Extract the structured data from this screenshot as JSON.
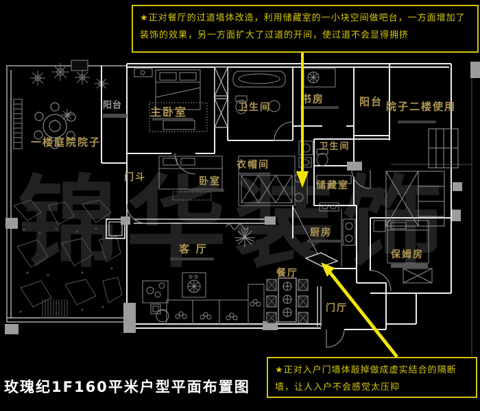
{
  "page": {
    "title": "玫瑰纪1F160平米户型平面布置图",
    "watermark": "锦华装饰",
    "background": "#000000"
  },
  "colors": {
    "wall_white": "#ededed",
    "furniture_gray": "#8a8a8a",
    "label_gold": "#b09753",
    "note_yellow": "#d6c70c",
    "arrow_yellow": "#f2e40b",
    "column_gray": "#9c9c9c"
  },
  "notes": {
    "top": "★正对餐厅的过道墙体改造，利用储藏室的一小块空间做吧台，一方面增加了装饰的效果，另一方面扩大了过道的开间，使过道不会显得拥挤",
    "bottom": "★正对入户门墙体敲掉做成虚实结合的隔断墙，让人入户不会感觉太压抑"
  },
  "rooms": [
    {
      "label": "一楼庭院院子"
    },
    {
      "label": "阳台"
    },
    {
      "label": "主卧室"
    },
    {
      "label": "卫生间"
    },
    {
      "label": "书房"
    },
    {
      "label": "阳台"
    },
    {
      "label": "院子二楼使用"
    },
    {
      "label": "卫生间"
    },
    {
      "label": "门斗"
    },
    {
      "label": "卧室"
    },
    {
      "label": "衣帽间"
    },
    {
      "label": "储藏室"
    },
    {
      "label": "厨房"
    },
    {
      "label": "客 厅"
    },
    {
      "label": "餐厅"
    },
    {
      "label": "保姆房"
    },
    {
      "label": "门厅"
    }
  ]
}
